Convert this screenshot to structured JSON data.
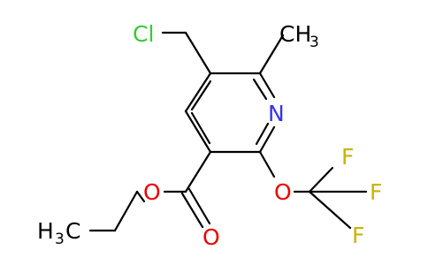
{
  "colors": {
    "background": "#ffffff",
    "bond": "#000000",
    "carbon": "#000000",
    "nitrogen": "#3333ee",
    "oxygen": "#ee0000",
    "chlorine": "#33cc33",
    "fluorine": "#ccb300"
  },
  "atoms": {
    "cl": "Cl",
    "n": "N",
    "o_carbonyl": "O",
    "o_ester": "O",
    "o_ether": "O",
    "f1": "F",
    "f2": "F",
    "f3": "F",
    "methyl_c": "CH",
    "methyl_sub": "3",
    "ethyl_h": "H",
    "ethyl_sub": "3",
    "ethyl_c": "C"
  }
}
